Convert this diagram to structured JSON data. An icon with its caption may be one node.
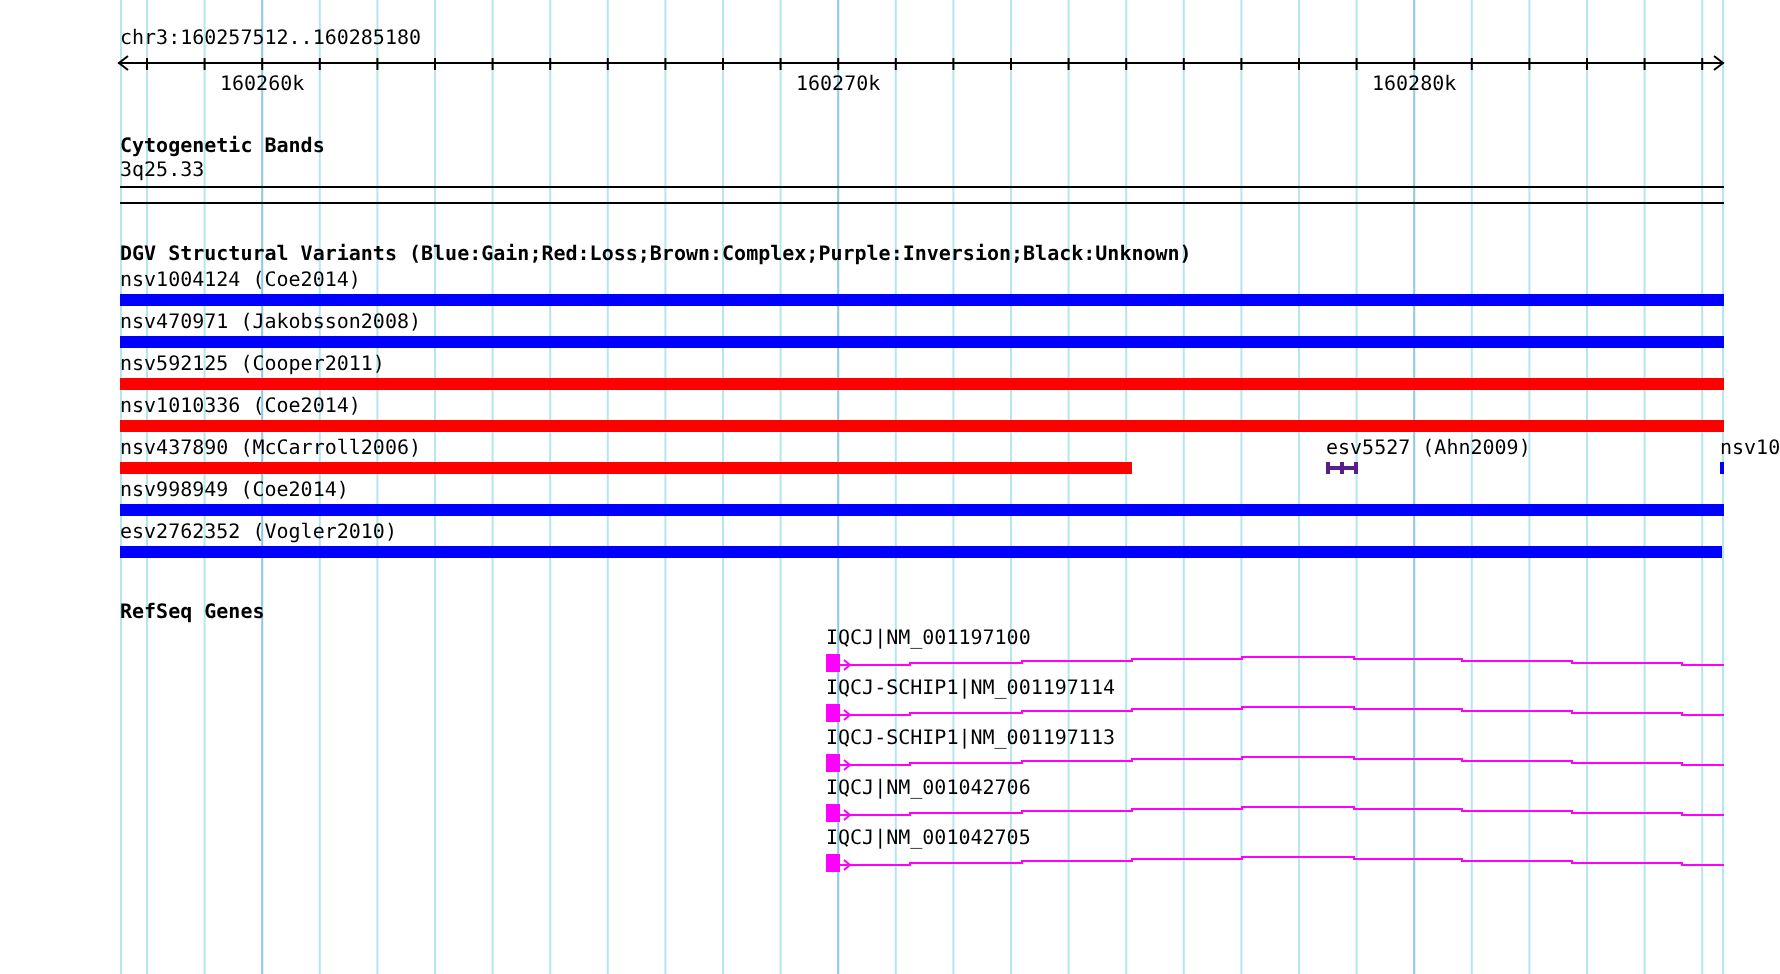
{
  "diagram": {
    "title": "chr3:160257512..160285180",
    "nodes": [
      {
        "text": [
          "3q25.33"
        ]
      },
      {
        "text": [
          "nsv1004124 (Coe2014)"
        ]
      },
      {
        "text": [
          "nsv470971 (Jakobsson2008)"
        ]
      },
      {
        "text": [
          "nsv592125 (Cooper2011)"
        ]
      },
      {
        "text": [
          "nsv1010336 (Coe2014)"
        ]
      },
      {
        "text": [
          "nsv437890 (McCarroll2006)"
        ]
      },
      {
        "text": [
          "esv5527 (Ahn2009)"
        ]
      },
      {
        "text": [
          "nsv10"
        ]
      },
      {
        "text": [
          "nsv998949 (Coe2014)"
        ]
      },
      {
        "text": [
          "esv2762352 (Vogler2010)"
        ]
      },
      {
        "text": [
          "IQCJ|NM_001197100"
        ]
      },
      {
        "text": [
          "IQCJ-SCHIP1|NM_001197114"
        ]
      },
      {
        "text": [
          "IQCJ-SCHIP1|NM_001197113"
        ]
      },
      {
        "text": [
          "IQCJ|NM_001042706"
        ]
      },
      {
        "text": [
          "IQCJ|NM_001042705"
        ]
      }
    ],
    "edges": [],
    "labels": [
      "160260k",
      "160270k",
      "160280k",
      "Cytogenetic Bands",
      "DGV Structural Variants (Blue:Gain;Red:Loss;Brown:Complex;Purple:Inversion;Black:Unknown)",
      "RefSeq Genes"
    ]
  }
}
